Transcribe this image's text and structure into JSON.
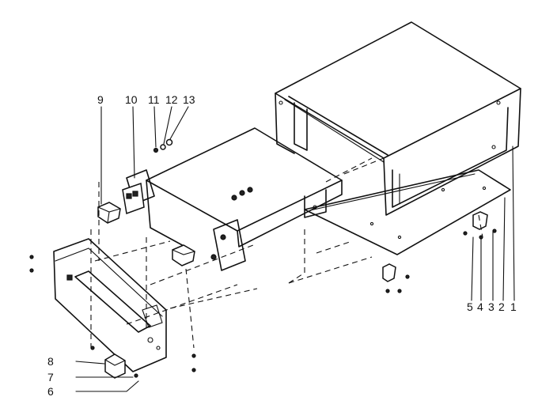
{
  "part_labels": {
    "p1": "1",
    "p2": "2",
    "p3": "3",
    "p4": "4",
    "p5": "5",
    "p6": "6",
    "p7": "7",
    "p8": "8",
    "p9": "9",
    "p10": "10",
    "p11": "11",
    "p12": "12",
    "p13": "13"
  },
  "colors": {
    "line": "#111111",
    "background": "#ffffff"
  }
}
